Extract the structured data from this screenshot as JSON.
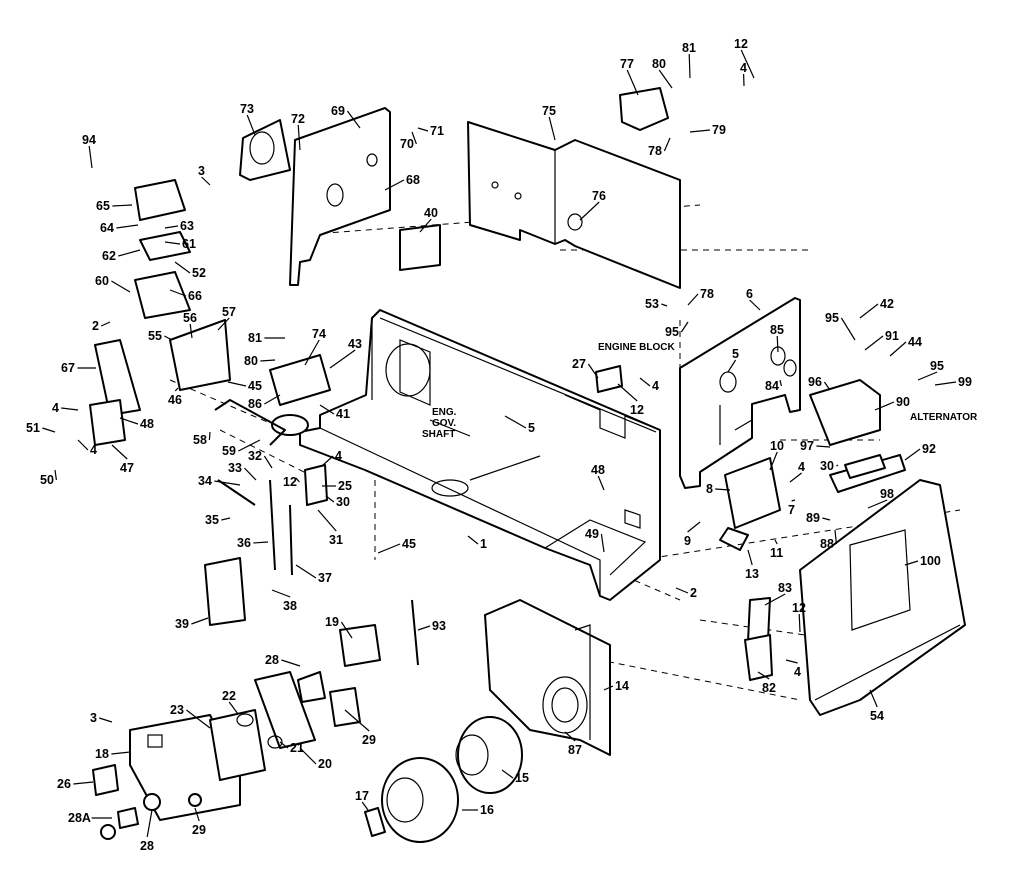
{
  "diagram": {
    "labels": [
      {
        "id": "l1",
        "text": "1"
      },
      {
        "id": "l2a",
        "text": "2"
      },
      {
        "id": "l2b",
        "text": "2"
      },
      {
        "id": "l3a",
        "text": "3"
      },
      {
        "id": "l3b",
        "text": "3"
      },
      {
        "id": "l4a",
        "text": "4"
      },
      {
        "id": "l4b",
        "text": "4"
      },
      {
        "id": "l4c",
        "text": "4"
      },
      {
        "id": "l4d",
        "text": "4"
      },
      {
        "id": "l4e",
        "text": "4"
      },
      {
        "id": "l4f",
        "text": "4"
      },
      {
        "id": "l4g",
        "text": "4"
      },
      {
        "id": "l5a",
        "text": "5"
      },
      {
        "id": "l5b",
        "text": "5"
      },
      {
        "id": "l6",
        "text": "6"
      },
      {
        "id": "l7",
        "text": "7"
      },
      {
        "id": "l8",
        "text": "8"
      },
      {
        "id": "l9",
        "text": "9"
      },
      {
        "id": "l10",
        "text": "10"
      },
      {
        "id": "l11",
        "text": "11"
      },
      {
        "id": "l12a",
        "text": "12"
      },
      {
        "id": "l12b",
        "text": "12"
      },
      {
        "id": "l12c",
        "text": "12"
      },
      {
        "id": "l12d",
        "text": "12"
      },
      {
        "id": "l13",
        "text": "13"
      },
      {
        "id": "l14",
        "text": "14"
      },
      {
        "id": "l15",
        "text": "15"
      },
      {
        "id": "l16",
        "text": "16"
      },
      {
        "id": "l17",
        "text": "17"
      },
      {
        "id": "l18",
        "text": "18"
      },
      {
        "id": "l19",
        "text": "19"
      },
      {
        "id": "l20",
        "text": "20"
      },
      {
        "id": "l21",
        "text": "21"
      },
      {
        "id": "l22",
        "text": "22"
      },
      {
        "id": "l23",
        "text": "23"
      },
      {
        "id": "l25",
        "text": "25"
      },
      {
        "id": "l26",
        "text": "26"
      },
      {
        "id": "l27",
        "text": "27"
      },
      {
        "id": "l28a",
        "text": "28"
      },
      {
        "id": "l28b",
        "text": "28"
      },
      {
        "id": "l28A",
        "text": "28A"
      },
      {
        "id": "l29a",
        "text": "29"
      },
      {
        "id": "l29b",
        "text": "29"
      },
      {
        "id": "l30a",
        "text": "30"
      },
      {
        "id": "l30b",
        "text": "30"
      },
      {
        "id": "l31",
        "text": "31"
      },
      {
        "id": "l32",
        "text": "32"
      },
      {
        "id": "l33",
        "text": "33"
      },
      {
        "id": "l34",
        "text": "34"
      },
      {
        "id": "l35",
        "text": "35"
      },
      {
        "id": "l36",
        "text": "36"
      },
      {
        "id": "l37",
        "text": "37"
      },
      {
        "id": "l38",
        "text": "38"
      },
      {
        "id": "l39",
        "text": "39"
      },
      {
        "id": "l40",
        "text": "40"
      },
      {
        "id": "l41",
        "text": "41"
      },
      {
        "id": "l42",
        "text": "42"
      },
      {
        "id": "l43",
        "text": "43"
      },
      {
        "id": "l44",
        "text": "44"
      },
      {
        "id": "l45a",
        "text": "45"
      },
      {
        "id": "l45b",
        "text": "45"
      },
      {
        "id": "l46",
        "text": "46"
      },
      {
        "id": "l47",
        "text": "47"
      },
      {
        "id": "l48a",
        "text": "48"
      },
      {
        "id": "l48b",
        "text": "48"
      },
      {
        "id": "l49",
        "text": "49"
      },
      {
        "id": "l50",
        "text": "50"
      },
      {
        "id": "l51",
        "text": "51"
      },
      {
        "id": "l52",
        "text": "52"
      },
      {
        "id": "l53",
        "text": "53"
      },
      {
        "id": "l54",
        "text": "54"
      },
      {
        "id": "l55",
        "text": "55"
      },
      {
        "id": "l56",
        "text": "56"
      },
      {
        "id": "l57",
        "text": "57"
      },
      {
        "id": "l58",
        "text": "58"
      },
      {
        "id": "l59",
        "text": "59"
      },
      {
        "id": "l60",
        "text": "60"
      },
      {
        "id": "l61",
        "text": "61"
      },
      {
        "id": "l62",
        "text": "62"
      },
      {
        "id": "l63",
        "text": "63"
      },
      {
        "id": "l64",
        "text": "64"
      },
      {
        "id": "l65",
        "text": "65"
      },
      {
        "id": "l66",
        "text": "66"
      },
      {
        "id": "l67",
        "text": "67"
      },
      {
        "id": "l68",
        "text": "68"
      },
      {
        "id": "l69",
        "text": "69"
      },
      {
        "id": "l70",
        "text": "70"
      },
      {
        "id": "l71",
        "text": "71"
      },
      {
        "id": "l72",
        "text": "72"
      },
      {
        "id": "l73",
        "text": "73"
      },
      {
        "id": "l74",
        "text": "74"
      },
      {
        "id": "l75",
        "text": "75"
      },
      {
        "id": "l76",
        "text": "76"
      },
      {
        "id": "l77",
        "text": "77"
      },
      {
        "id": "l78a",
        "text": "78"
      },
      {
        "id": "l78b",
        "text": "78"
      },
      {
        "id": "l79",
        "text": "79"
      },
      {
        "id": "l80a",
        "text": "80"
      },
      {
        "id": "l80b",
        "text": "80"
      },
      {
        "id": "l81a",
        "text": "81"
      },
      {
        "id": "l81b",
        "text": "81"
      },
      {
        "id": "l82",
        "text": "82"
      },
      {
        "id": "l83",
        "text": "83"
      },
      {
        "id": "l84",
        "text": "84"
      },
      {
        "id": "l85",
        "text": "85"
      },
      {
        "id": "l86",
        "text": "86"
      },
      {
        "id": "l87",
        "text": "87"
      },
      {
        "id": "l88",
        "text": "88"
      },
      {
        "id": "l89",
        "text": "89"
      },
      {
        "id": "l90",
        "text": "90"
      },
      {
        "id": "l91",
        "text": "91"
      },
      {
        "id": "l92",
        "text": "92"
      },
      {
        "id": "l93",
        "text": "93"
      },
      {
        "id": "l94",
        "text": "94"
      },
      {
        "id": "l95a",
        "text": "95"
      },
      {
        "id": "l95b",
        "text": "95"
      },
      {
        "id": "l95c",
        "text": "95"
      },
      {
        "id": "l96",
        "text": "96"
      },
      {
        "id": "l97",
        "text": "97"
      },
      {
        "id": "l98",
        "text": "98"
      },
      {
        "id": "l99",
        "text": "99"
      },
      {
        "id": "l100",
        "text": "100"
      }
    ],
    "notes": {
      "engine_block": "ENGINE BLOCK",
      "alternator": "ALTERNATOR",
      "gov_line1": "ENG.",
      "gov_line2": "GOV.",
      "gov_line3": "SHAFT"
    }
  }
}
